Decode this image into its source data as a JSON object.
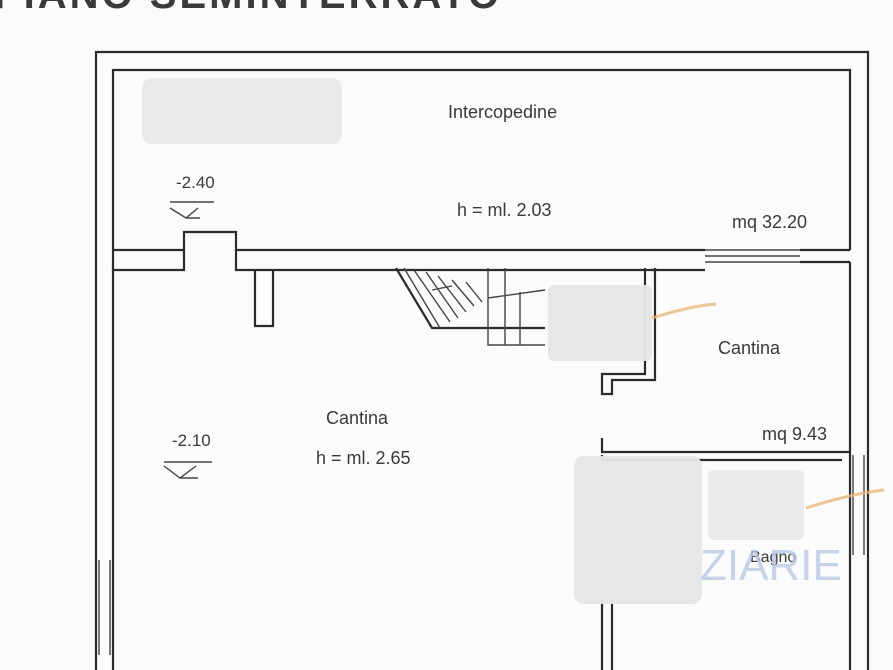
{
  "header": {
    "title": "PIANO SEMINTERRATO"
  },
  "rooms": {
    "intercapedine": {
      "name": "Intercopedine",
      "height": "h = ml. 2.03",
      "area": "mq 32.20"
    },
    "cantina_main": {
      "name": "Cantina",
      "height": "h = ml. 2.65"
    },
    "cantina_right": {
      "name": "Cantina",
      "area": "mq 9.43"
    },
    "bagno": {
      "name": "Bagno"
    }
  },
  "levels": {
    "upper": "-2.40",
    "lower": "-2.10"
  },
  "watermark": {
    "text": "ZIARIE"
  },
  "colors": {
    "line": "#2b2b2b",
    "text": "#3a3a3a",
    "watermark": "#b9c9e4",
    "accent": "#e8b87a"
  }
}
